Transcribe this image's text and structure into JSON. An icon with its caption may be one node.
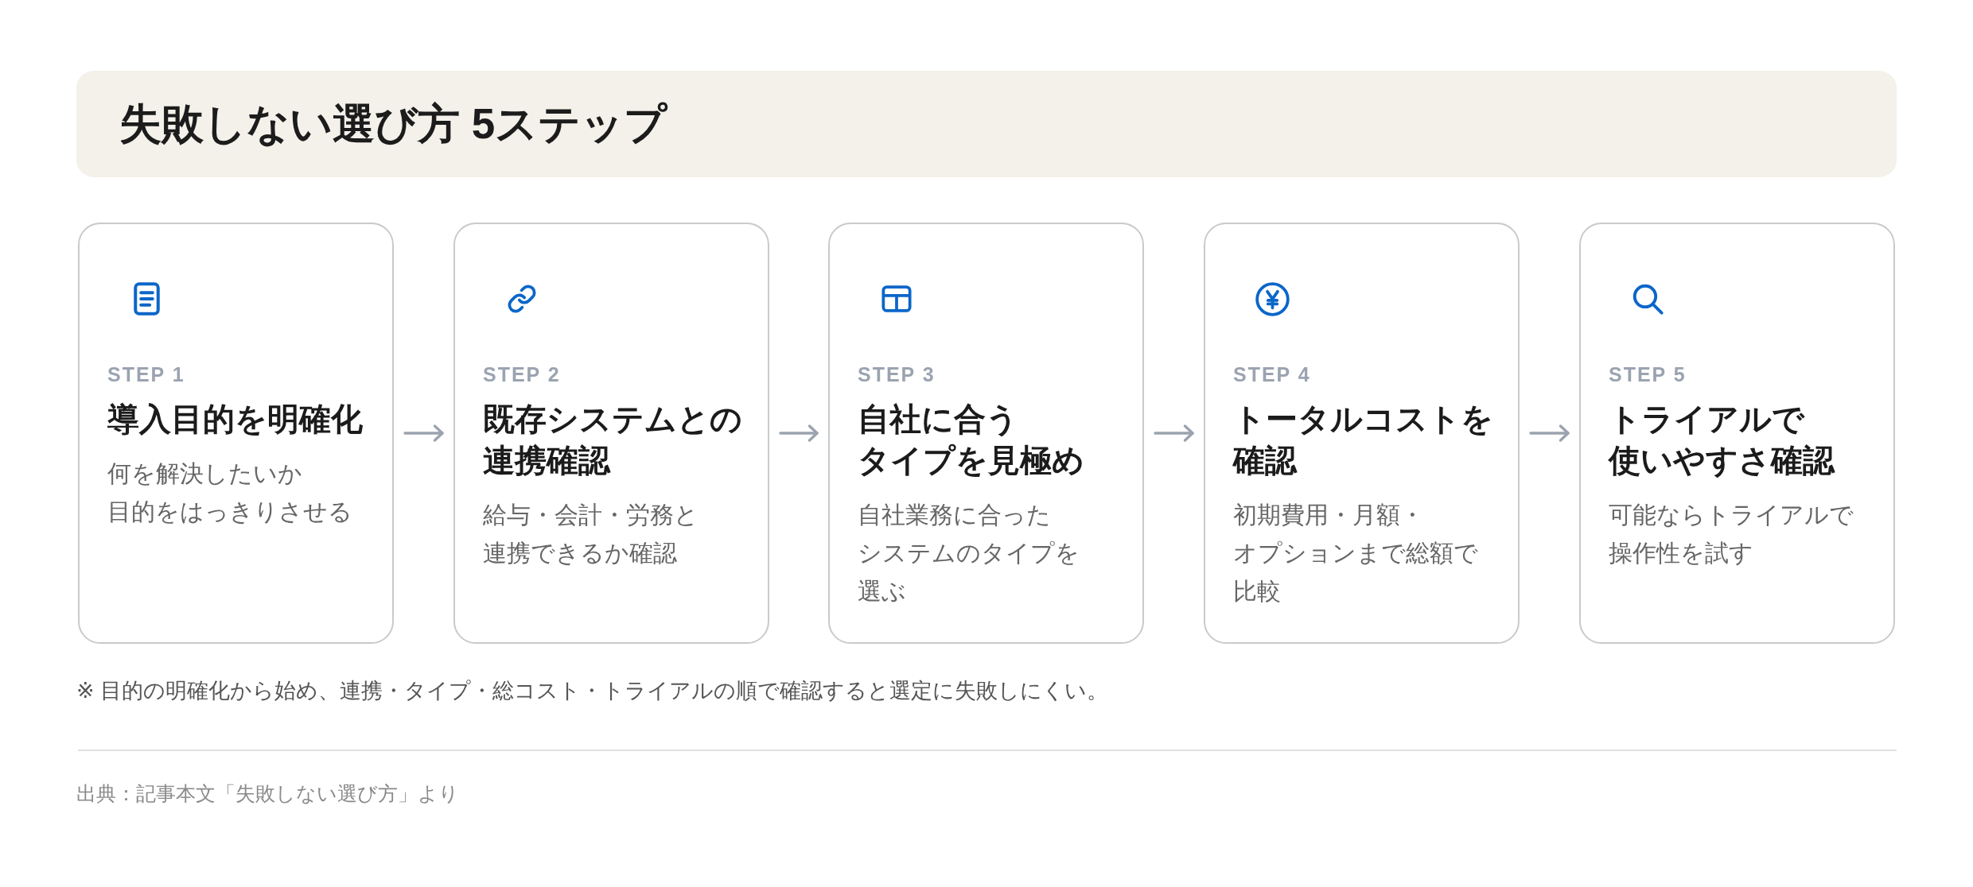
{
  "diagram": {
    "title": "失敗しない選び方 5ステップ",
    "nodes": [
      {
        "text": [
          "STEP 1",
          "導入目的を明確化",
          "何を解決したいか目的をはっきりさせる"
        ]
      },
      {
        "text": [
          "STEP 2",
          "既存システムとの連携確認",
          "給与・会計・労務と連携できるか確認"
        ]
      },
      {
        "text": [
          "STEP 3",
          "自社に合うタイプを見極め",
          "自社業務に合ったシステムのタイプを選ぶ"
        ]
      },
      {
        "text": [
          "STEP 4",
          "トータルコストを確認",
          "初期費用・月額・オプションまで総額で比較"
        ]
      },
      {
        "text": [
          "STEP 5",
          "トライアルで使いやすさ確認",
          "可能ならトライアルで操作性を試す"
        ]
      }
    ],
    "edges": [
      {
        "from": 0,
        "to": 1,
        "arrow": "to"
      },
      {
        "from": 1,
        "to": 2,
        "arrow": "to"
      },
      {
        "from": 2,
        "to": 3,
        "arrow": "to"
      },
      {
        "from": 3,
        "to": 4,
        "arrow": "to"
      }
    ],
    "labels": [
      "※ 目的の明確化から始め、連携・タイプ・総コスト・トライアルの順で確認すると選定に失敗しにくい。",
      "出典：記事本文「失敗しない選び方」より"
    ]
  }
}
